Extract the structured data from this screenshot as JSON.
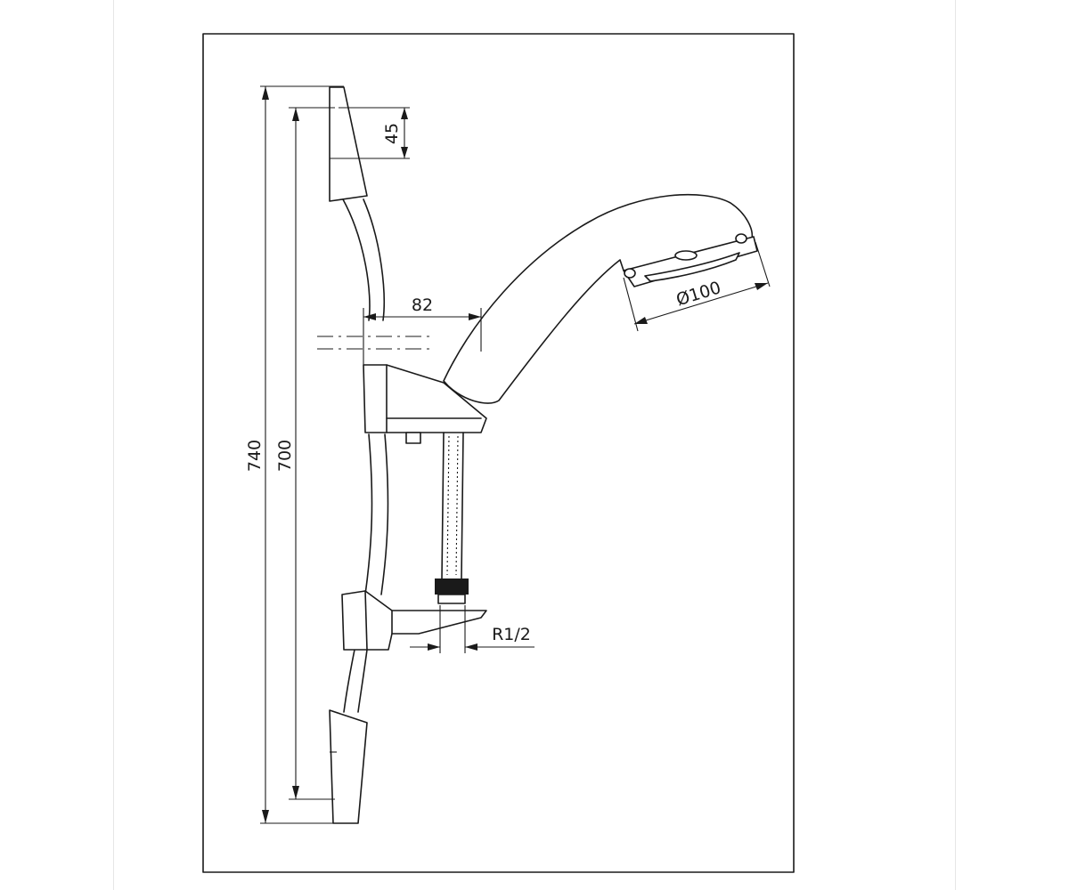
{
  "dimensions": {
    "overall_length": "740",
    "rail_length": "700",
    "top_bracket_height": "45",
    "holder_projection": "82",
    "head_diameter": "Ø100",
    "thread": "R1/2"
  },
  "icons": {
    "shower_head": "shower-head-icon",
    "hose": "hose-icon",
    "soap_dish": "soap-dish-icon"
  }
}
